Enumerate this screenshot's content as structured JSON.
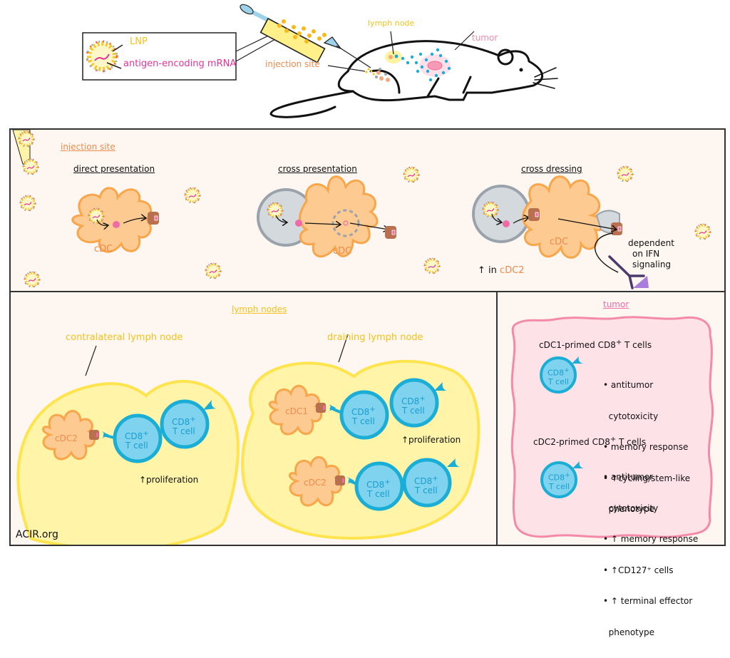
{
  "colors": {
    "panel_bg": "#fdf6f1",
    "cdc_fill": "#fdca92",
    "cdc_stroke": "#f9a64b",
    "tcell_fill": "#7fd3ee",
    "tcell_stroke": "#1aaed6",
    "lymph_fill": "#fff4a8",
    "lymph_stroke": "#ffe44d",
    "tumor_fill": "#fde2e8",
    "tumor_stroke": "#f48aa8",
    "dead_cell_fill": "#d3d9dd",
    "dead_cell_stroke": "#9aa3ab",
    "mhc_color": "#b8704e",
    "ifn_receptor": "#4a3a6b",
    "ifn_ligand": "#a97ddb",
    "text_orange": "#f28b4c",
    "text_yellow": "#f5c21b",
    "text_pink": "#f06aa5",
    "text_magenta": "#e8339b"
  },
  "header": {
    "legend": {
      "lnp_label": "LNP",
      "mrna_label": "antigen-encoding mRNA"
    },
    "mouse_labels": {
      "lymph_node": "lymph node",
      "tumor": "tumor",
      "injection_site": "injection site"
    }
  },
  "injection_panel": {
    "title": "injection site",
    "sections": [
      {
        "title": "direct presentation",
        "cell_label": "cDC"
      },
      {
        "title": "cross presentation",
        "cell_label": "cDC"
      },
      {
        "title": "cross dressing",
        "cell_label": "cDC",
        "note_arrow": "↑",
        "note_in": "in",
        "note_cell": "cDC2",
        "ifn_note": [
          "dependent",
          "on IFN",
          "signaling"
        ]
      }
    ]
  },
  "lymph_panel": {
    "title": "lymph nodes",
    "contralateral": {
      "label": "contralateral lymph node",
      "dc_label": "cDC2",
      "tcell_label_1": "CD8",
      "tcell_sup": "+",
      "tcell_label_2": "T cell",
      "note": "↑proliferation"
    },
    "draining": {
      "label": "draining lymph node",
      "dc1_label": "cDC1",
      "dc2_label": "cDC2",
      "tcell_label_1": "CD8",
      "tcell_sup": "+",
      "tcell_label_2": "T cell",
      "note": "↑proliferation"
    }
  },
  "tumor_panel": {
    "title": "tumor",
    "groups": [
      {
        "heading": "cDC1-primed CD8",
        "heading_sup": "+",
        "heading_tail": " T cells",
        "bullets": [
          "• antitumor",
          "  cytotoxicity",
          "• memory response",
          "• ↑cycling/stem-like",
          "  phenotype"
        ]
      },
      {
        "heading": "cDC2-primed CD8",
        "heading_sup": "+",
        "heading_tail": " T cells",
        "bullets": [
          "• antitumor",
          "  cytotoxicity",
          "• ↑ memory response",
          "• ↑CD127⁺ cells",
          "• ↑ terminal effector",
          "  phenotype"
        ]
      }
    ],
    "tcell_label_1": "CD8",
    "tcell_sup": "+",
    "tcell_label_2": "T cell"
  },
  "footer": {
    "credit": "ACIR.org"
  }
}
